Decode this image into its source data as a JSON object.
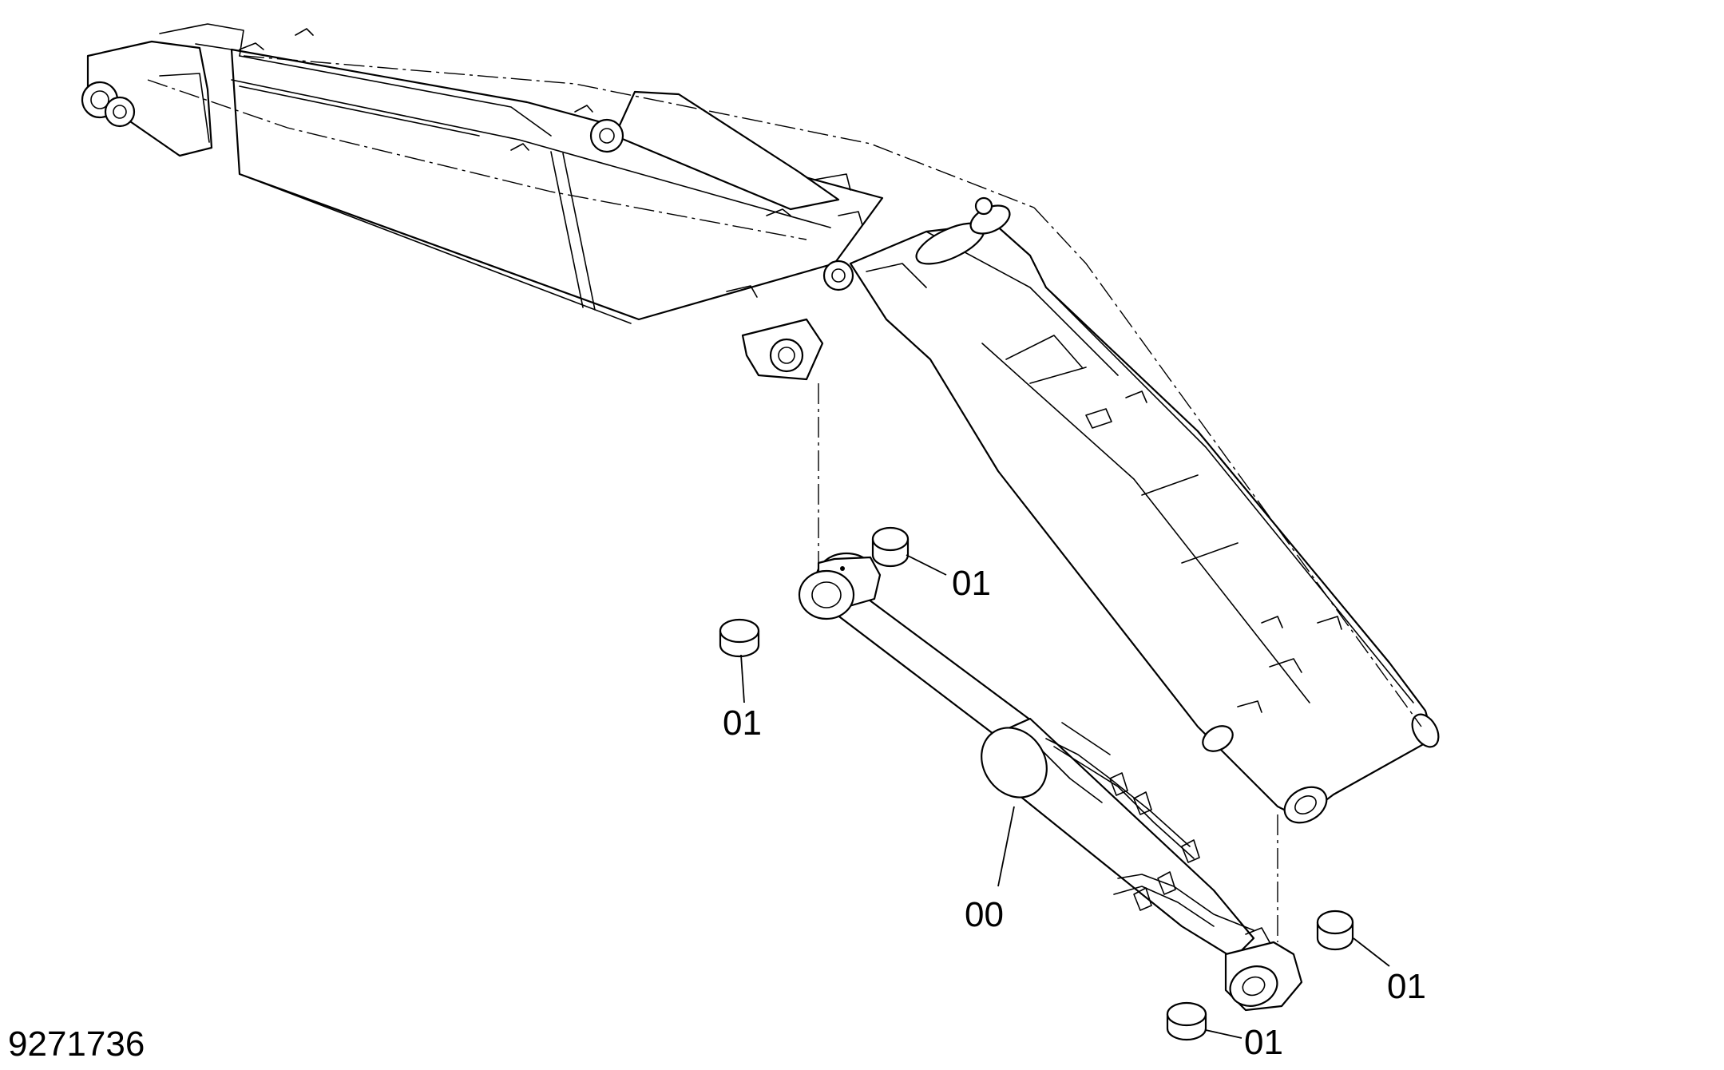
{
  "drawing_number": "9271736",
  "callouts": {
    "pin_boss_top_right": "01",
    "pin_boss_top_left": "01",
    "cylinder": "00",
    "pin_boss_bottom_right": "01",
    "pin_boss_bottom_left": "01"
  },
  "icons": {
    "boom": "boom-arm-drawing",
    "arm": "dipper-arm-drawing",
    "cylinder": "hydraulic-cylinder-drawing",
    "bushing": "bushing-drawing"
  }
}
